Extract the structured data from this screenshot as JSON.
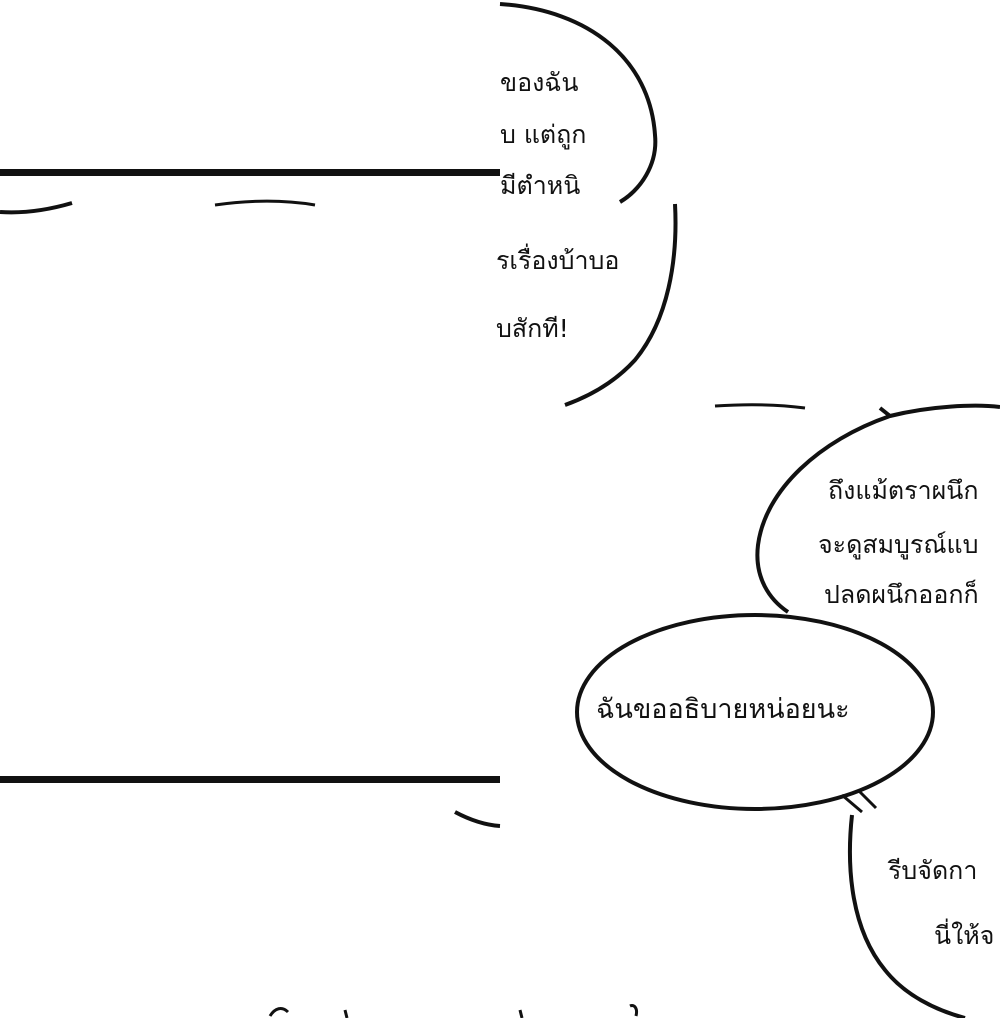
{
  "panel_top_right": {
    "lines": [
      "ของฉัน",
      "บ แต่ถูก",
      "มีตำหนิ"
    ]
  },
  "panel_mid_right": {
    "lines": [
      "รเรื่องบ้าบอ",
      "บสักที!"
    ]
  },
  "bubble_right_upper": {
    "lines": [
      "ถึงแม้ตราผนึก",
      "จะดูสมบูรณ์แบ",
      "ปลดผนึกออกก็"
    ]
  },
  "bubble_center": {
    "text": "ฉันขออธิบายหน่อยนะ"
  },
  "bubble_right_lower": {
    "lines": [
      "รีบจัดกา",
      "นี่ให้จ"
    ]
  },
  "colors": {
    "ink": "#111111",
    "paper": "#ffffff"
  }
}
